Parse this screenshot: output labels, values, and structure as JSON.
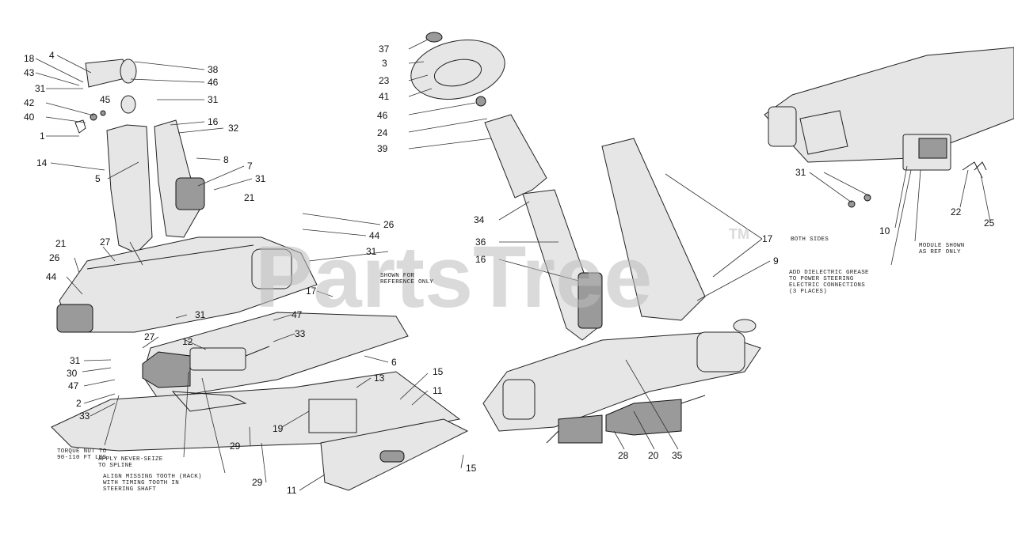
{
  "watermark": {
    "text": "PartsTree",
    "trademark": "TM"
  },
  "callouts": {
    "c18": "18",
    "c4": "4",
    "c43": "43",
    "c38": "38",
    "c46a": "46",
    "c45": "45",
    "c31a": "31",
    "c42": "42",
    "c31b": "31",
    "c40": "40",
    "c1": "1",
    "c16a": "16",
    "c32": "32",
    "c8": "8",
    "c14": "14",
    "c7": "7",
    "c31c": "31",
    "c5": "5",
    "c21a": "21",
    "c26a": "26",
    "c44a": "44",
    "c21b": "21",
    "c27a": "27",
    "c31d": "31",
    "c26b": "26",
    "c44b": "44",
    "c17a": "17",
    "c31e": "31",
    "c47a": "47",
    "c33a": "33",
    "c12": "12",
    "c27b": "27",
    "c6": "6",
    "c30": "30",
    "c31f": "31",
    "c47b": "47",
    "c15a": "15",
    "c13": "13",
    "c11a": "11",
    "c2": "2",
    "c33b": "33",
    "c19": "19",
    "c29a": "29",
    "c29b": "29",
    "c11b": "11",
    "c15b": "15",
    "c37": "37",
    "c3": "3",
    "c23": "23",
    "c41": "41",
    "c46b": "46",
    "c24": "24",
    "c39": "39",
    "c34": "34",
    "c36": "36",
    "c16b": "16",
    "c17b": "17",
    "c9": "9",
    "c28": "28",
    "c20": "20",
    "c35": "35",
    "c31g": "31",
    "c10": "10",
    "c22": "22",
    "c25": "25"
  },
  "notes": {
    "torque_1": "TORQUE NUT TO",
    "torque_2": "90-110 FT LBS",
    "seize_1": "APPLY NEVER-SEIZE",
    "seize_2": "TO SPLINE",
    "align_1": "ALIGN MISSING TOOTH (RACK)",
    "align_2": "WITH TIMING TOOTH IN",
    "align_3": "STEERING SHAFT",
    "shown_1": "SHOWN FOR",
    "shown_2": "REFERENCE ONLY",
    "both_sides": "BOTH SIDES",
    "grease_1": "ADD DIELECTRIC GREASE",
    "grease_2": "TO POWER STEERING",
    "grease_3": "ELECTRIC CONNECTIONS",
    "grease_4": "(3 PLACES)",
    "module_1": "MODULE SHOWN",
    "module_2": "AS REF ONLY"
  }
}
